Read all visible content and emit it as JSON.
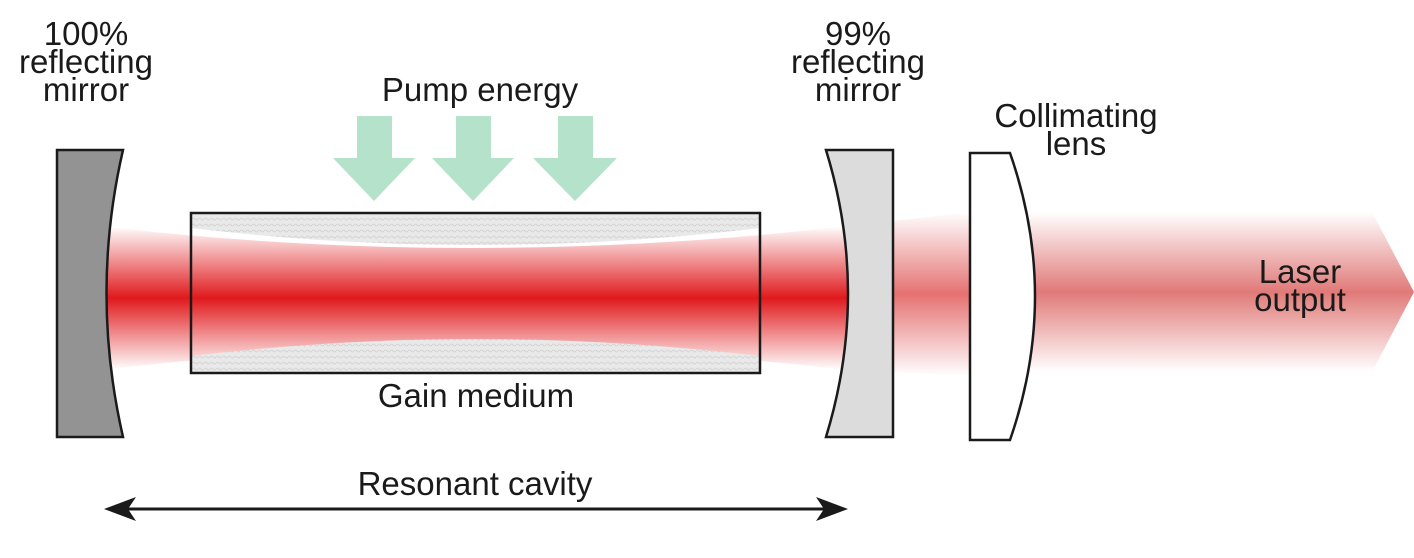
{
  "labels": {
    "left_mirror": {
      "line1": "100%",
      "line2": "reflecting",
      "line3": "mirror"
    },
    "pump": "Pump energy",
    "right_mirror": {
      "line1": "99%",
      "line2": "reflecting",
      "line3": "mirror"
    },
    "lens": {
      "line1": "Collimating",
      "line2": "lens"
    },
    "output": {
      "line1": "Laser",
      "line2": "output"
    },
    "gain_medium": "Gain medium",
    "cavity": "Resonant cavity"
  },
  "colors": {
    "beam_core": "#e0191c",
    "output_beam": "#e07a78",
    "pump_arrow": "#b5e2cb",
    "left_mirror": "#939393",
    "right_mirror": "#dcdcdc",
    "gain_edge_fill": "#e6e6e6",
    "outline": "#1a1a1a"
  },
  "icons": {
    "pump_arrows": "down-arrow-icon",
    "cavity_arrow": "double-headed-arrow-icon",
    "output_arrow": "arrow-right-icon"
  },
  "mirror_reflectivity": {
    "left": "100%",
    "right": "99%"
  },
  "pump_arrow_count": 3
}
